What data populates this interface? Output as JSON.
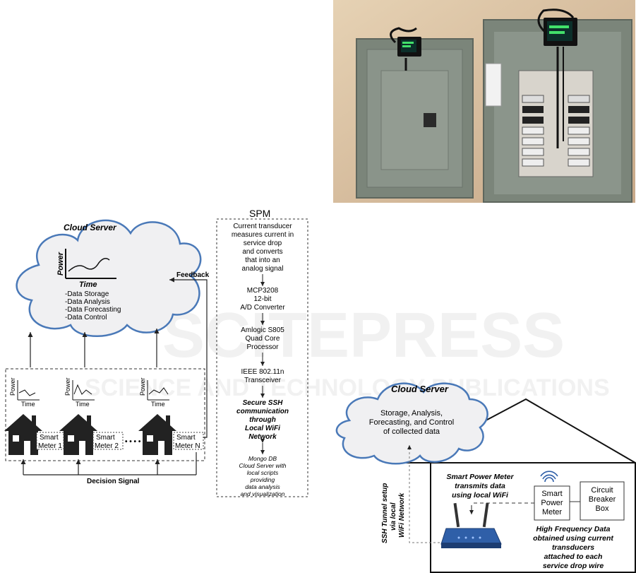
{
  "cloud_server_left": {
    "title": "Cloud Server",
    "chart_ylabel": "Power",
    "chart_xlabel": "Time",
    "functions": [
      "-Data Storage",
      "-Data Analysis",
      "-Data Forecasting",
      "-Data Control"
    ]
  },
  "feedback_label": "Feedback",
  "decision_signal_label": "Decision Signal",
  "mini_charts": {
    "ylabel": "Power",
    "xlabel": "Time"
  },
  "meters": [
    {
      "line1": "Smart",
      "line2": "Meter 1"
    },
    {
      "line1": "Smart",
      "line2": "Meter 2"
    },
    {
      "line1": "Smart",
      "line2": "Meter N"
    }
  ],
  "ellipsis": "• • • •",
  "spm": {
    "title": "SPM",
    "step1": [
      "Current transducer",
      "measures current in",
      "service drop",
      "and converts",
      "that into an",
      "analog signal"
    ],
    "step2": [
      "MCP3208",
      "12-bit",
      "A/D Converter"
    ],
    "step3": [
      "Amlogic S805",
      "Quad Core",
      "Processor"
    ],
    "step4": [
      "IEEE 802.11n",
      "Transceiver"
    ],
    "step5": [
      "Secure SSH",
      "communication",
      "through",
      "Local WiFi",
      "Network"
    ],
    "step6": [
      "Mongo DB",
      "Cloud Server with",
      "local scripts",
      "providing",
      "data analysis",
      "and visualization"
    ]
  },
  "right_diagram": {
    "cloud_title": "Cloud Server",
    "cloud_text": [
      "Storage, Analysis,",
      "Forecasting, and Control",
      "of collected data"
    ],
    "ssh_label": [
      "SSH Tunnel setup",
      "via local",
      "WiFi Network"
    ],
    "transmit_text": [
      "Smart Power Meter",
      "transmits data",
      "using local WiFi"
    ],
    "spm_box": [
      "Smart",
      "Power",
      "Meter"
    ],
    "breaker_box": [
      "Circuit",
      "Breaker",
      "Box"
    ],
    "hf_text": [
      "High Frequency Data",
      "obtained using current",
      "transducers",
      "attached to each",
      "service drop wire"
    ]
  },
  "watermark": {
    "line1": "SCITEPRESS",
    "line2": "SCIENCE AND TECHNOLOGY PUBLICATIONS"
  },
  "colors": {
    "wall": "#d9c3a4",
    "panel": "#7a8478",
    "cloud_fill": "#f0f0f2",
    "cloud_stroke": "#4a79b8",
    "router": "#2f5fa8"
  }
}
